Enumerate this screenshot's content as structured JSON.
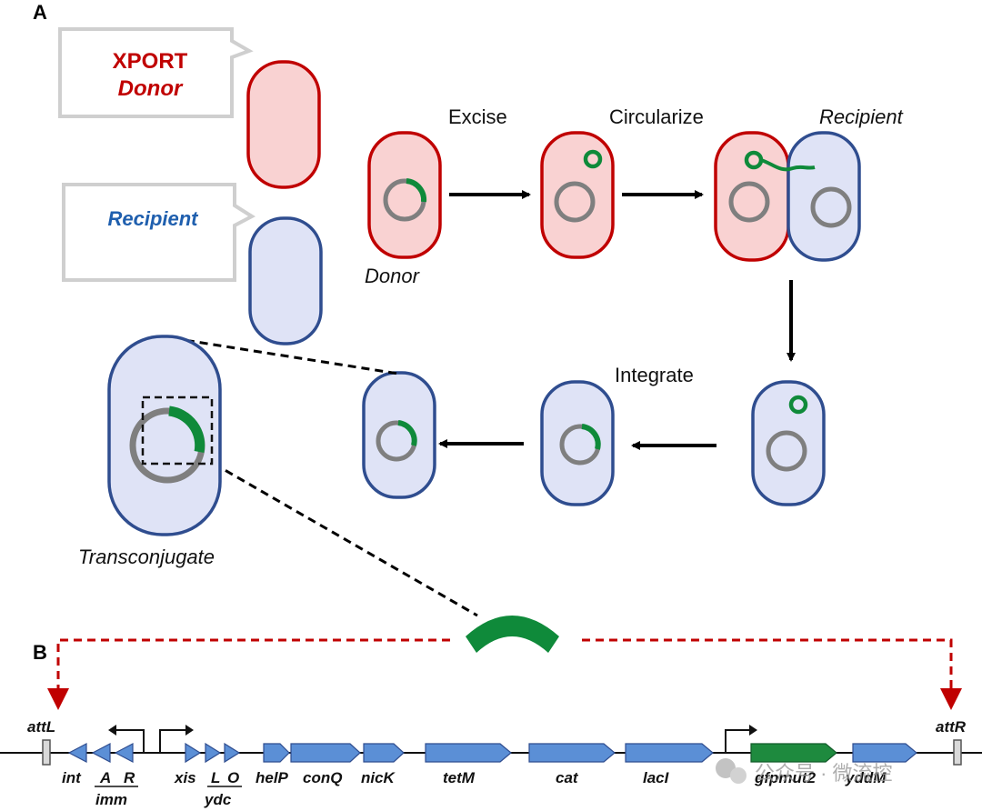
{
  "panels": {
    "a": "A",
    "b": "B"
  },
  "legend": {
    "donor_line1": "XPORT",
    "donor_line2": "Donor",
    "recipient": "Recipient"
  },
  "steps": {
    "excise": "Excise",
    "circularize": "Circularize",
    "recipient": "Recipient",
    "donor": "Donor",
    "integrate": "Integrate",
    "transconjugate": "Transconjugate"
  },
  "sites": {
    "left": "attL",
    "right": "attR"
  },
  "genes": {
    "int": "int",
    "a": "A",
    "r": "R",
    "imm": "imm",
    "xis": "xis",
    "l": "L",
    "o": "O",
    "ydc": "ydc",
    "helP": "helP",
    "conQ": "conQ",
    "nicK": "nicK",
    "tetM": "tetM",
    "cat": "cat",
    "lacI": "lacI",
    "gfpmut2": "gfpmut2",
    "yddM": "yddM"
  },
  "watermark": "公众号 · 微流控",
  "colors": {
    "donor_fill": "#f9d2d2",
    "donor_stroke": "#c00000",
    "recipient_fill": "#dfe3f6",
    "recipient_stroke": "#2f4d8f",
    "element_green": "#0f8a3a",
    "chromosome_gray": "#7f7f7f",
    "gene_blue": "#5b8fd6",
    "gene_green": "#1e8a3e",
    "dashed_red": "#c00000"
  }
}
